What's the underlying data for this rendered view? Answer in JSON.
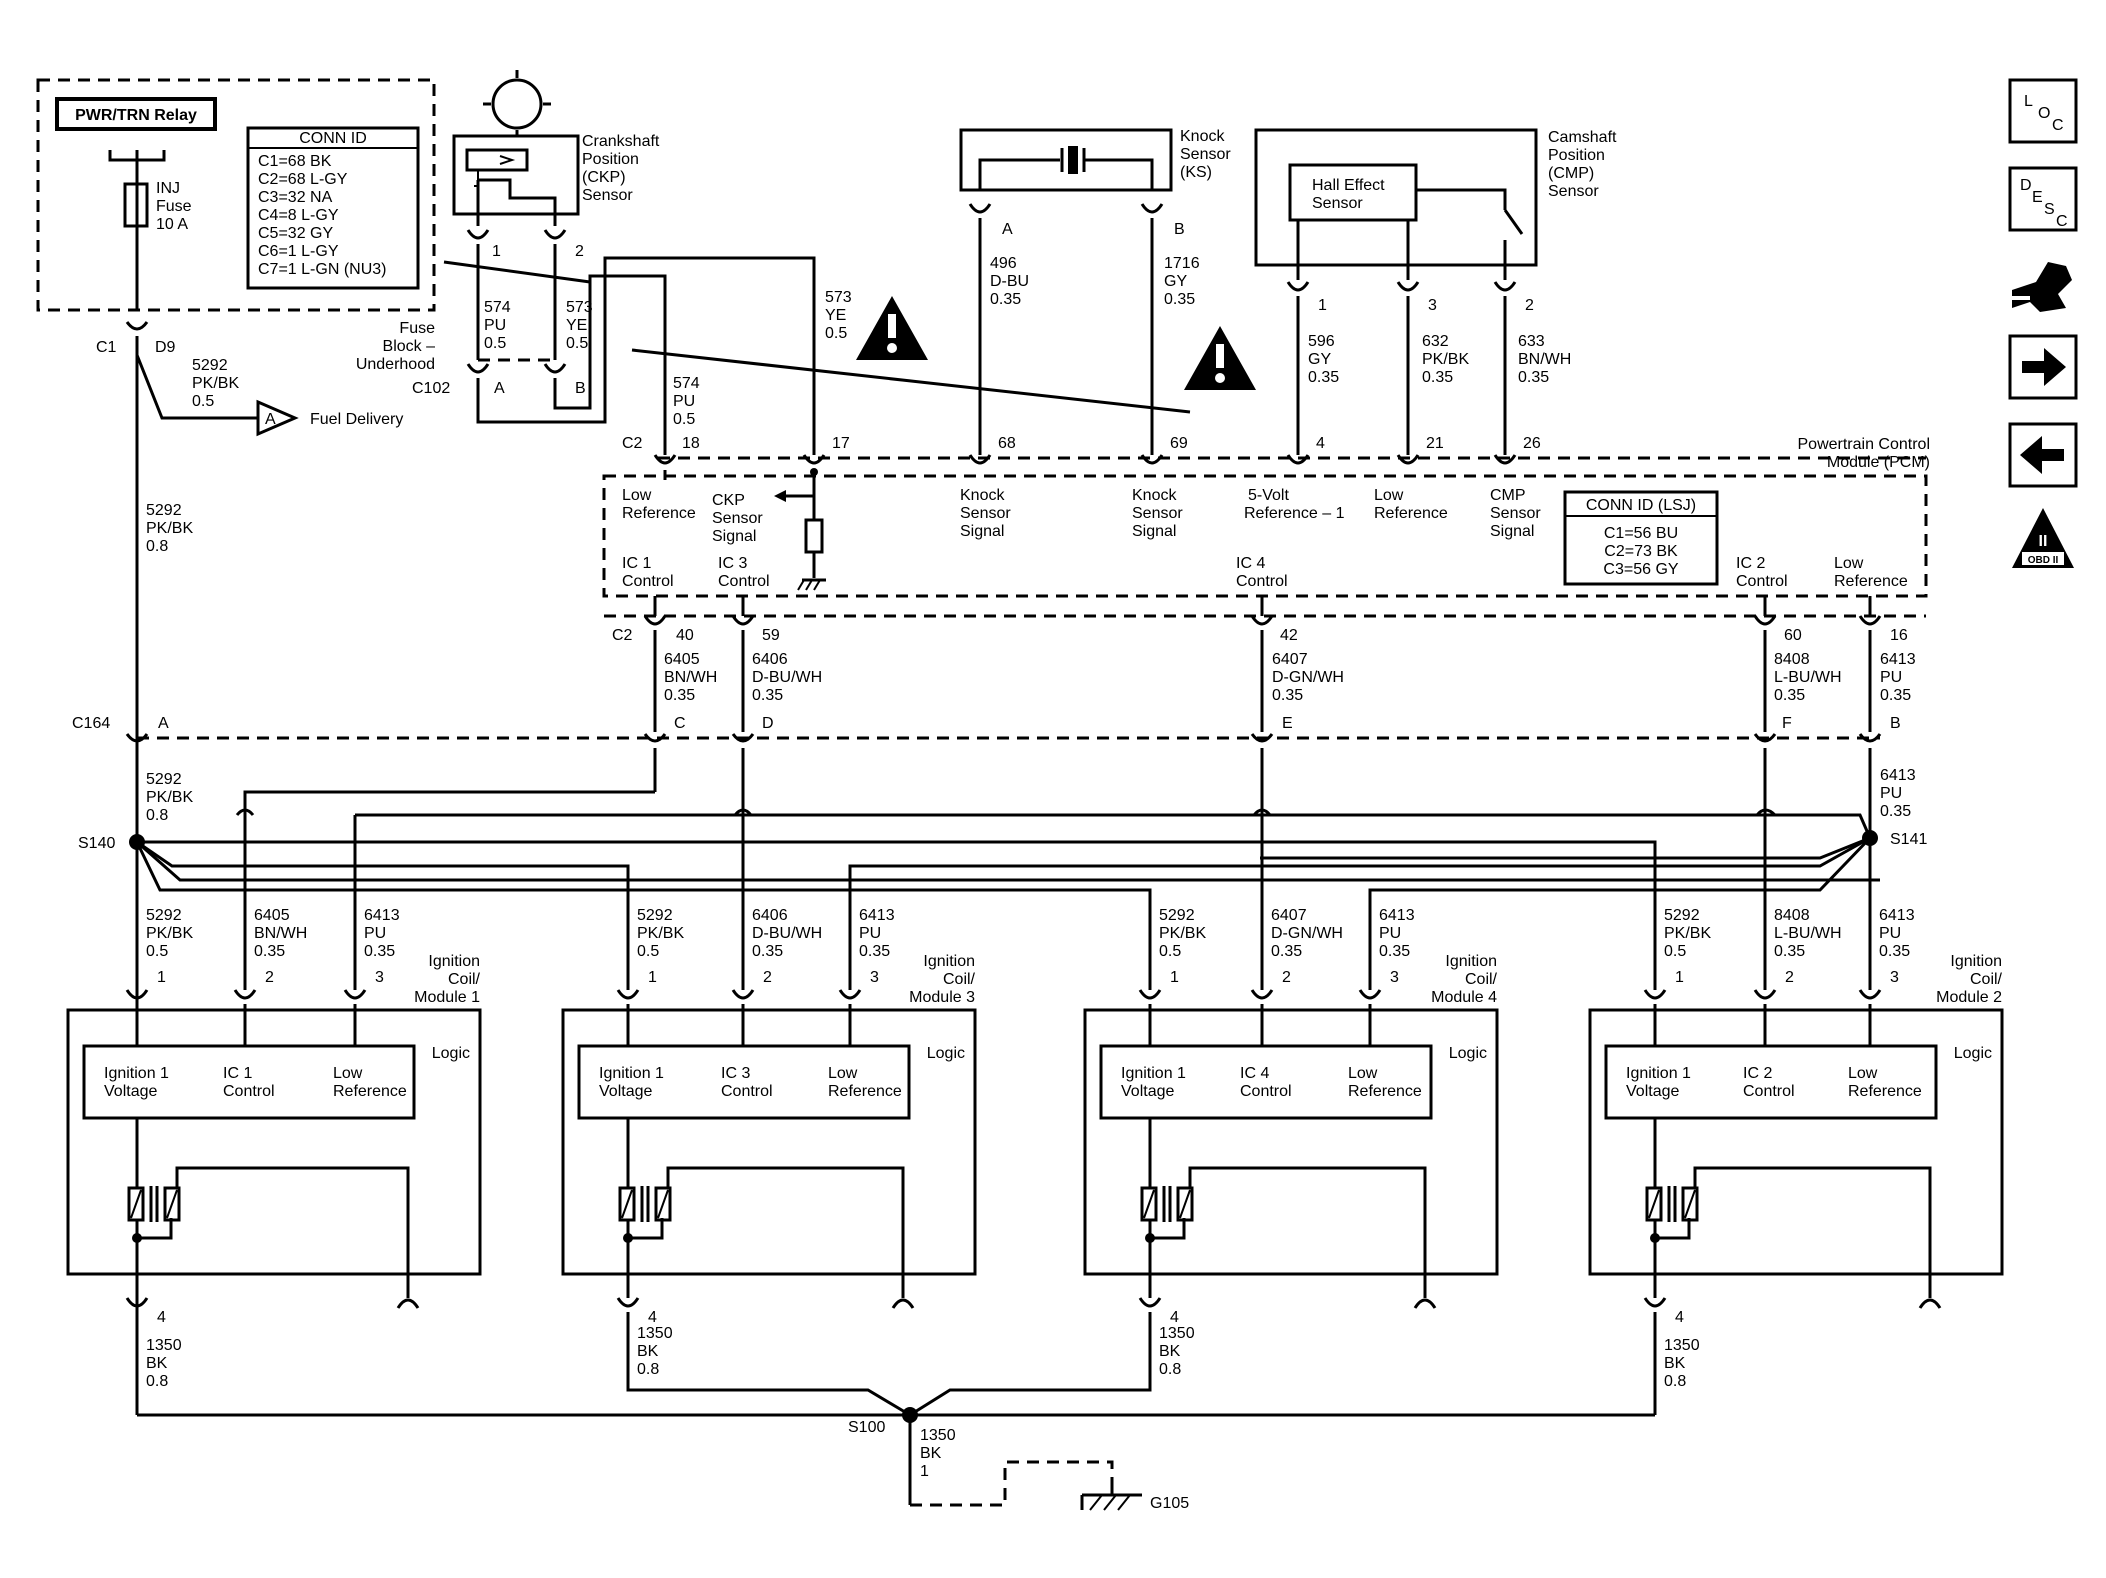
{
  "relay": {
    "title": "PWR/TRN Relay",
    "fuse": [
      "INJ",
      "Fuse",
      "10 A"
    ]
  },
  "conn_id_relay": {
    "title": "CONN ID",
    "rows": [
      "C1=68 BK",
      "C2=68 L-GY",
      "C3=32 NA",
      "C4=8 L-GY",
      "C5=32 GY",
      "C6=1 L-GY",
      "C7=1 L-GN (NU3)"
    ]
  },
  "ckp": {
    "name": [
      "Crankshaft",
      "Position",
      "(CKP)",
      "Sensor"
    ],
    "pin1": "1",
    "pin2": "2",
    "wire1": [
      "574",
      "PU",
      "0.5"
    ],
    "wire2": [
      "573",
      "YE",
      "0.5"
    ],
    "wire_top": [
      "573",
      "YE",
      "0.5"
    ],
    "wire_mid": [
      "574",
      "PU",
      "0.5"
    ]
  },
  "fuse_block": {
    "name": [
      "Fuse",
      "Block –",
      "Underhood"
    ],
    "connector": "C102",
    "pinA": "A",
    "pinB": "B"
  },
  "inj_feed": {
    "c1": "C1",
    "d9": "D9",
    "wire": [
      "5292",
      "PK/BK",
      "0.5"
    ],
    "fuel_marker": "A",
    "fuel_label": "Fuel Delivery",
    "wire_main": [
      "5292",
      "PK/BK",
      "0.8"
    ]
  },
  "knock": {
    "name": [
      "Knock",
      "Sensor",
      "(KS)"
    ],
    "pinA": "A",
    "pinB": "B",
    "wireA": [
      "496",
      "D-BU",
      "0.35"
    ],
    "wireB": [
      "1716",
      "GY",
      "0.35"
    ]
  },
  "cmp": {
    "name": [
      "Camshaft",
      "Position",
      "(CMP)",
      "Sensor"
    ],
    "hall": [
      "Hall Effect",
      "Sensor"
    ],
    "pin1": "1",
    "pin3": "3",
    "pin2": "2",
    "wire1": [
      "596",
      "GY",
      "0.35"
    ],
    "wire3": [
      "632",
      "PK/BK",
      "0.35"
    ],
    "wire2": [
      "633",
      "BN/WH",
      "0.35"
    ]
  },
  "pcm": {
    "name": [
      "Powertrain Control",
      "Module (PCM)"
    ],
    "c2_top": "C2",
    "c2_bottom": "C2",
    "top_pins": [
      "18",
      "17",
      "68",
      "69",
      "4",
      "21",
      "26"
    ],
    "top_labels": [
      [
        "Low",
        "Reference"
      ],
      [
        "CKP",
        "Sensor",
        "Signal"
      ],
      [
        "Knock",
        "Sensor",
        "Signal"
      ],
      [
        "Knock",
        "Sensor",
        "Signal"
      ],
      [
        "5-Volt",
        "Reference – 1"
      ],
      [
        "Low",
        "Reference"
      ],
      [
        "CMP",
        "Sensor",
        "Signal"
      ]
    ],
    "bottom_labels": [
      [
        "IC 1",
        "Control"
      ],
      [
        "IC 3",
        "Control"
      ],
      [
        "IC 4",
        "Control"
      ],
      [
        "IC 2",
        "Control"
      ],
      [
        "Low",
        "Reference"
      ]
    ],
    "bottom_pins": [
      "40",
      "59",
      "42",
      "60",
      "16"
    ],
    "conn_title": "CONN ID (LSJ)",
    "conn_rows": [
      "C1=56 BU",
      "C2=73 BK",
      "C3=56 GY"
    ]
  },
  "pcm_wires": [
    [
      "6405",
      "BN/WH",
      "0.35"
    ],
    [
      "6406",
      "D-BU/WH",
      "0.35"
    ],
    [
      "6407",
      "D-GN/WH",
      "0.35"
    ],
    [
      "8408",
      "L-BU/WH",
      "0.35"
    ],
    [
      "6413",
      "PU",
      "0.35"
    ]
  ],
  "c164": {
    "name": "C164",
    "pins": [
      "A",
      "C",
      "D",
      "E",
      "F",
      "B"
    ],
    "wireA": [
      "5292",
      "PK/BK",
      "0.8"
    ],
    "wireB": [
      "6413",
      "PU",
      "0.35"
    ]
  },
  "splices": {
    "s140": "S140",
    "s141": "S141",
    "s100": "S100"
  },
  "coils": [
    {
      "name": [
        "Ignition",
        "Coil/",
        "Module 1"
      ],
      "wires": [
        [
          "5292",
          "PK/BK",
          "0.5"
        ],
        [
          "6405",
          "BN/WH",
          "0.35"
        ],
        [
          "6413",
          "PU",
          "0.35"
        ]
      ],
      "ground": [
        "1350",
        "BK",
        "0.8"
      ]
    },
    {
      "name": [
        "Ignition",
        "Coil/",
        "Module 3"
      ],
      "wires": [
        [
          "5292",
          "PK/BK",
          "0.5"
        ],
        [
          "6406",
          "D-BU/WH",
          "0.35"
        ],
        [
          "6413",
          "PU",
          "0.35"
        ]
      ],
      "ground": [
        "1350",
        "BK",
        "0.8"
      ]
    },
    {
      "name": [
        "Ignition",
        "Coil/",
        "Module 4"
      ],
      "wires": [
        [
          "5292",
          "PK/BK",
          "0.5"
        ],
        [
          "6407",
          "D-GN/WH",
          "0.35"
        ],
        [
          "6413",
          "PU",
          "0.35"
        ]
      ],
      "ground": [
        "1350",
        "BK",
        "0.8"
      ]
    },
    {
      "name": [
        "Ignition",
        "Coil/",
        "Module 2"
      ],
      "wires": [
        [
          "5292",
          "PK/BK",
          "0.5"
        ],
        [
          "8408",
          "L-BU/WH",
          "0.35"
        ],
        [
          "6413",
          "PU",
          "0.35"
        ]
      ],
      "ground": [
        "1350",
        "BK",
        "0.8"
      ]
    }
  ],
  "coil_common": {
    "logic": "Logic",
    "pins": [
      "1",
      "2",
      "3",
      "4"
    ],
    "inner": [
      [
        "Ignition 1",
        "Voltage"
      ],
      [
        "IC 1",
        "Control"
      ],
      [
        "Low",
        "Reference"
      ]
    ]
  },
  "coil_inner_ic": [
    "IC 1",
    "IC 3",
    "IC 4",
    "IC 2"
  ],
  "ground": {
    "wire": [
      "1350",
      "BK",
      "1"
    ],
    "name": "G105"
  },
  "side_icons": [
    {
      "name": "loc-icon",
      "glyph": [
        "L",
        "O",
        "C"
      ]
    },
    {
      "name": "desc-icon",
      "glyph": [
        "D",
        "E",
        "S",
        "C"
      ]
    },
    {
      "name": "connector-icon"
    },
    {
      "name": "next-arrow-icon"
    },
    {
      "name": "back-arrow-icon"
    },
    {
      "name": "obd-icon",
      "glyph": [
        "II",
        "OBD II"
      ]
    }
  ]
}
